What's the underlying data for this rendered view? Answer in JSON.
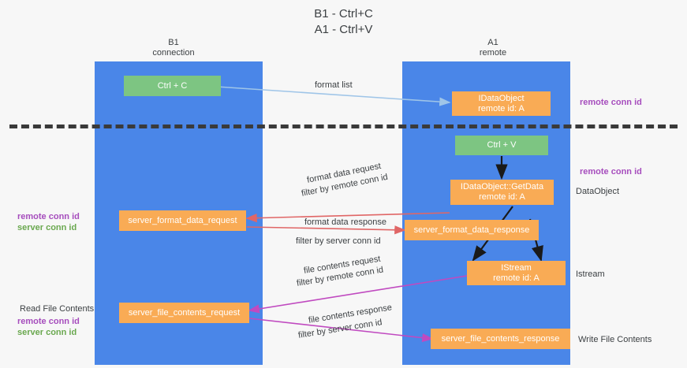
{
  "title": {
    "line1": "B1 - Ctrl+C",
    "line2": "A1 - Ctrl+V"
  },
  "columns": [
    {
      "id": "b1",
      "name": "B1",
      "role": "connection",
      "color": "#4a86e8"
    },
    {
      "id": "a1",
      "name": "A1",
      "role": "remote",
      "color": "#4a86e8"
    }
  ],
  "boxes": {
    "ctrl_c": {
      "line1": "Ctrl + C",
      "color": "#7dc582"
    },
    "ctrl_v": {
      "line1": "Ctrl + V",
      "color": "#7dc582"
    },
    "idataobject": {
      "line1": "IDataObject",
      "line2": "remote id: A",
      "color": "#f9ab55"
    },
    "getdata": {
      "line1": "IDataObject::GetData",
      "line2": "remote id: A",
      "color": "#f9ab55"
    },
    "istream": {
      "line1": "IStream",
      "line2": "remote id: A",
      "color": "#f9ab55"
    },
    "server_format_data_request": {
      "line1": "server_format_data_request",
      "color": "#f9ab55"
    },
    "server_format_data_response": {
      "line1": "server_format_data_response",
      "color": "#f9ab55"
    },
    "server_file_contents_request": {
      "line1": "server_file_contents_request",
      "color": "#f9ab55"
    },
    "server_file_contents_response": {
      "line1": "server_file_contents_response",
      "color": "#f9ab55"
    }
  },
  "edge_labels": {
    "format_list": "format list",
    "format_data_request": "format data request",
    "format_data_request_filter_prefix": "filter by ",
    "format_data_request_filter_key": "remote conn id",
    "format_data_response": "format data response",
    "format_data_response_filter_prefix": "filter by ",
    "format_data_response_filter_key": "server conn id",
    "file_contents_request": "file contents request",
    "file_contents_request_filter_prefix": "filter by ",
    "file_contents_request_filter_key": "remote conn id",
    "file_contents_response": "file contents response",
    "file_contents_response_filter_prefix": "filter by ",
    "file_contents_response_filter_key": "server conn id"
  },
  "side_labels": {
    "right_remote_conn_id_top": "remote conn id",
    "right_remote_conn_id_mid": "remote conn id",
    "right_dataobject": "DataObject",
    "right_istream": "Istream",
    "right_write_file_contents": "Write File Contents",
    "left_remote_conn_id_mid": "remote conn id",
    "left_server_conn_id_mid": "server conn id",
    "left_read_file_contents": "Read File Contents",
    "left_remote_conn_id_bottom": "remote conn id",
    "left_server_conn_id_bottom": "server conn id"
  },
  "colors": {
    "lane": "#4a86e8",
    "green_box": "#7dc582",
    "orange_box": "#f9ab55",
    "purple_text": "#a64dbd",
    "green_text": "#6aa84f",
    "arrow_blue": "#9fc5e8",
    "arrow_red": "#e06666",
    "arrow_magenta": "#c04ac0",
    "arrow_black": "#1a1a1a",
    "background": "#f7f7f7"
  }
}
